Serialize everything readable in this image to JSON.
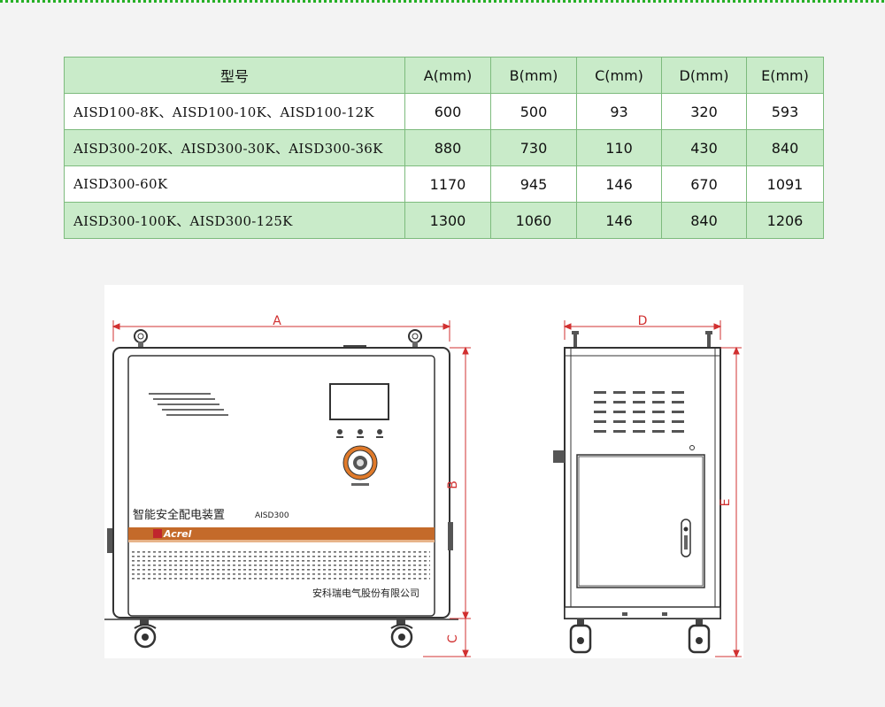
{
  "table": {
    "headers": [
      "型号",
      "A(mm)",
      "B(mm)",
      "C(mm)",
      "D(mm)",
      "E(mm)"
    ],
    "rows": [
      {
        "model": "AISD100-8K、AISD100-10K、AISD100-12K",
        "a": "600",
        "b": "500",
        "c": "93",
        "d": "320",
        "e": "593"
      },
      {
        "model": "AISD300-20K、AISD300-30K、AISD300-36K",
        "a": "880",
        "b": "730",
        "c": "110",
        "d": "430",
        "e": "840"
      },
      {
        "model": "AISD300-60K",
        "a": "1170",
        "b": "945",
        "c": "146",
        "d": "670",
        "e": "1091"
      },
      {
        "model": "AISD300-100K、AISD300-125K",
        "a": "1300",
        "b": "1060",
        "c": "146",
        "d": "840",
        "e": "1206"
      }
    ]
  },
  "drawing": {
    "dim_labels": {
      "a": "A",
      "b": "B",
      "c": "C",
      "d": "D",
      "e": "E"
    },
    "product_name": "智能安全配电装置",
    "model_tag": "AISD300",
    "brand": "Acrel",
    "company": "安科瑞电气股份有限公司",
    "colors": {
      "dimension": "#d13030",
      "stripe": "#c46a2a",
      "brand_red": "#c0262d"
    }
  }
}
